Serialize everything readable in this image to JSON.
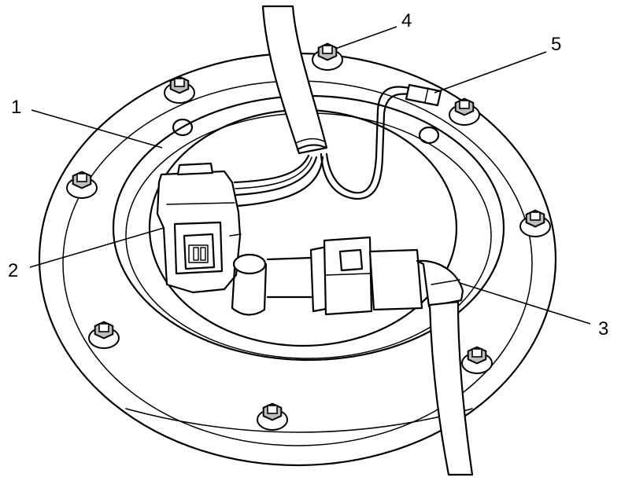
{
  "callouts": [
    {
      "id": "1",
      "label": "1"
    },
    {
      "id": "2",
      "label": "2"
    },
    {
      "id": "3",
      "label": "3"
    },
    {
      "id": "4",
      "label": "4"
    },
    {
      "id": "5",
      "label": "5"
    }
  ],
  "colors": {
    "line": "#000000",
    "shade": "#bdbdbd",
    "background": "#ffffff"
  }
}
